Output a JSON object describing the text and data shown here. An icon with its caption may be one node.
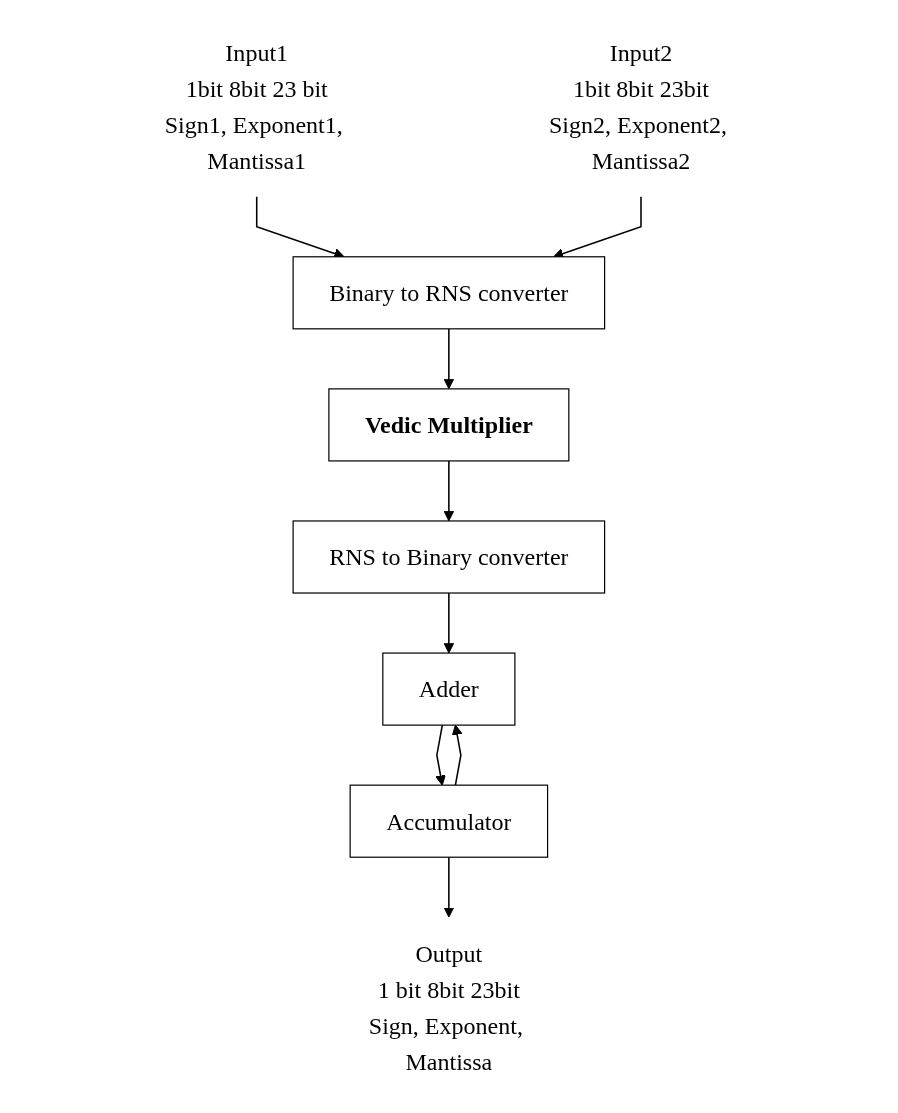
{
  "diagram": {
    "nodes": [
      {
        "text": [
          "Input1",
          "1bit 8bit 23 bit",
          "Sign1, Exponent1, Mantissa1"
        ]
      },
      {
        "text": [
          "Input2",
          "1bit 8bit 23bit",
          "Sign2, Exponent2, Mantissa2"
        ]
      },
      {
        "text": [
          "Binary to RNS converter"
        ]
      },
      {
        "text": [
          "Vedic Multiplier"
        ]
      },
      {
        "text": [
          "RNS to Binary converter"
        ]
      },
      {
        "text": [
          "Adder"
        ]
      },
      {
        "text": [
          "Accumulator"
        ]
      },
      {
        "text": [
          "Output",
          "1 bit 8bit 23bit",
          "Sign, Exponent, Mantissa"
        ]
      }
    ],
    "edges": [
      {
        "from": 0,
        "to": 2,
        "arrow": "to"
      },
      {
        "from": 1,
        "to": 2,
        "arrow": "to"
      },
      {
        "from": 2,
        "to": 3,
        "arrow": "to"
      },
      {
        "from": 3,
        "to": 4,
        "arrow": "to"
      },
      {
        "from": 4,
        "to": 5,
        "arrow": "to"
      },
      {
        "from": 5,
        "to": 6,
        "arrow": "to"
      },
      {
        "from": 6,
        "to": 7,
        "arrow": "to"
      },
      {
        "from": 6,
        "to": 5,
        "arrow": "to"
      }
    ]
  }
}
